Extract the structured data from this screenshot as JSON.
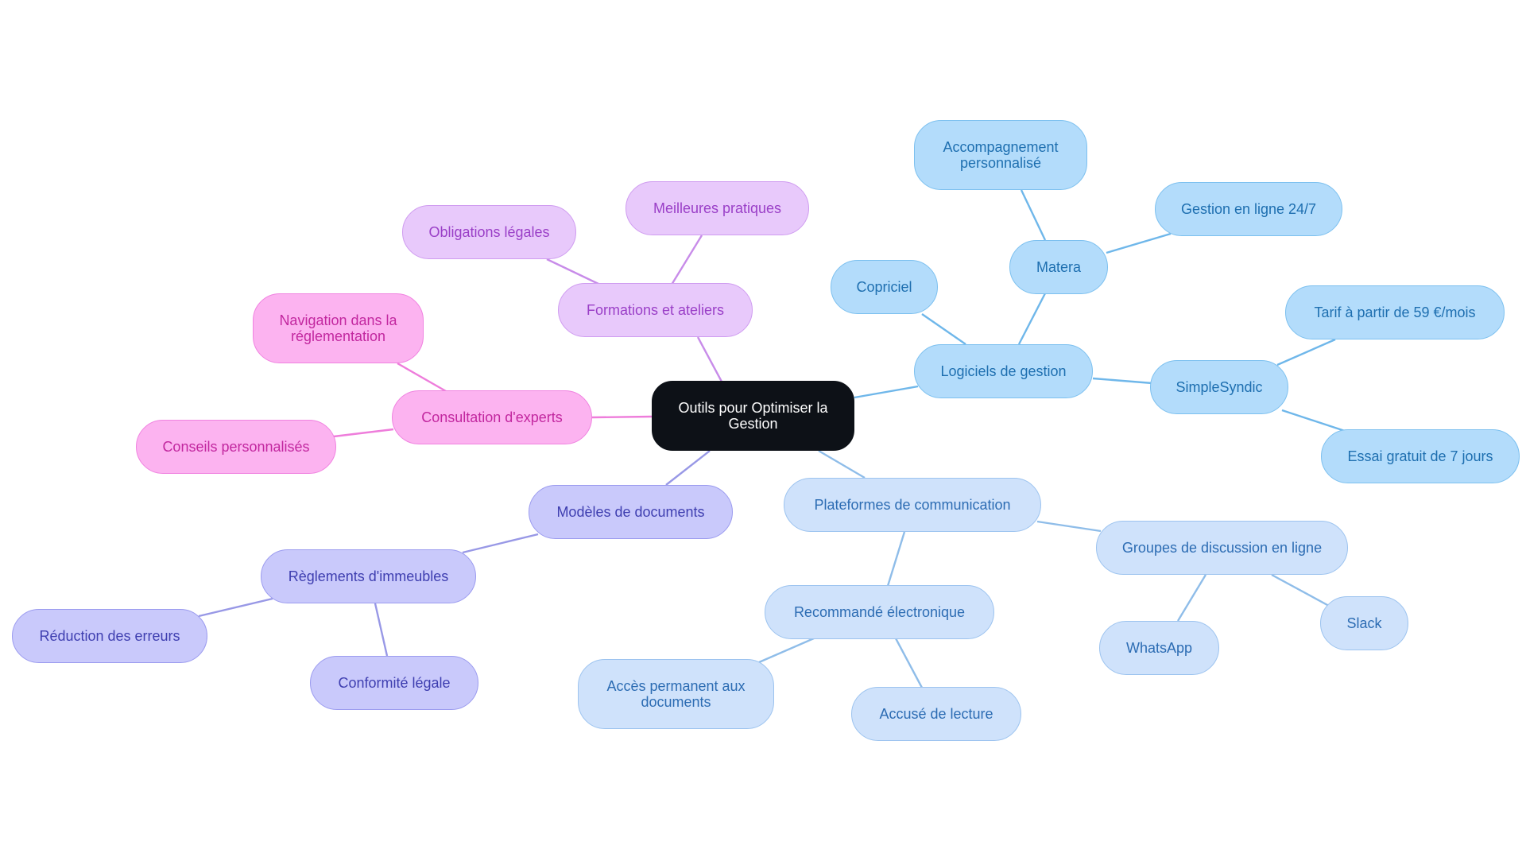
{
  "root": {
    "label": "Outils pour Optimiser la\nGestion"
  },
  "branches": {
    "logiciels": {
      "label": "Logiciels de gestion",
      "children": {
        "copriciel": "Copriciel",
        "matera": "Matera",
        "matera_accompagnement": "Accompagnement\npersonnalisé",
        "matera_gestion": "Gestion en ligne 24/7",
        "simplesyndic": "SimpleSyndic",
        "simplesyndic_tarif": "Tarif à partir de 59 €/mois",
        "simplesyndic_essai": "Essai gratuit de 7 jours"
      }
    },
    "plateformes": {
      "label": "Plateformes de communication",
      "children": {
        "groupes": "Groupes de discussion en ligne",
        "whatsapp": "WhatsApp",
        "slack": "Slack",
        "recommande": "Recommandé électronique",
        "acces": "Accès permanent aux\ndocuments",
        "accuse": "Accusé de lecture"
      }
    },
    "modeles": {
      "label": "Modèles de documents",
      "children": {
        "reglements": "Règlements d'immeubles",
        "reduction": "Réduction des erreurs",
        "conformite": "Conformité légale"
      }
    },
    "consultation": {
      "label": "Consultation d'experts",
      "children": {
        "navigation": "Navigation dans la\nréglementation",
        "conseils": "Conseils personnalisés"
      }
    },
    "formations": {
      "label": "Formations et ateliers",
      "children": {
        "obligations": "Obligations légales",
        "meilleures": "Meilleures pratiques"
      }
    }
  },
  "colors": {
    "root_fill": "#0d1117",
    "root_text": "#ffffff",
    "logiciels_fill": "#b3dcfb",
    "logiciels_border": "#7cc0ef",
    "logiciels_text": "#1e6fb0",
    "logiciels_edge": "#6fb7ea",
    "plateformes_fill": "#cfe2fb",
    "plateformes_border": "#9cc3ef",
    "plateformes_text": "#2c6cb3",
    "plateformes_edge": "#8fbde9",
    "modeles_fill": "#c9c9fb",
    "modeles_border": "#9b9bef",
    "modeles_text": "#3e3eb0",
    "modeles_edge": "#9898e6",
    "consultation_fill": "#fcb3f0",
    "consultation_border": "#f082e0",
    "consultation_text": "#c2279f",
    "consultation_edge": "#ee7ddb",
    "formations_fill": "#e8c9fb",
    "formations_border": "#cf9cf0",
    "formations_text": "#9a3fc7",
    "formations_edge": "#c88ce9"
  }
}
